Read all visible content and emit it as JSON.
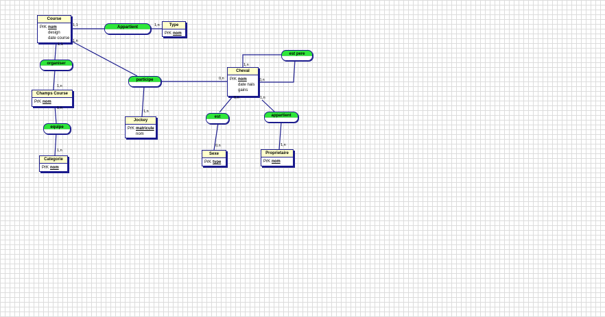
{
  "entities": {
    "course": {
      "title": "Course",
      "pk_label": "PrK",
      "key": "num",
      "attrs": [
        "design",
        "date course"
      ]
    },
    "type": {
      "title": "Type",
      "pk_label": "PrK",
      "key": "nom"
    },
    "champs": {
      "title": "Champs Course",
      "pk_label": "PrK",
      "key": "nom"
    },
    "categorie": {
      "title": "Categorie",
      "pk_label": "PrK",
      "key": "nom"
    },
    "jockey": {
      "title": "Jockey",
      "pk_label": "PrK",
      "key": "matricule",
      "attrs": [
        "nom"
      ]
    },
    "cheval": {
      "title": "Cheval",
      "pk_label": "PrK",
      "key": "nom",
      "attrs": [
        "date nais",
        "gains"
      ]
    },
    "sexe": {
      "title": "Sexe",
      "pk_label": "PrK",
      "key": "type"
    },
    "proprietaire": {
      "title": "Proprietaire",
      "pk_label": "PrK",
      "key": "nom"
    }
  },
  "associations": {
    "appartient_type": "Appartient",
    "organiser": "organiser",
    "equipe": "equipe",
    "participe": "participe",
    "est_pere": "est pere",
    "est": "est",
    "appartient_proprio": "appartient"
  },
  "cardinalities": {
    "course_appartient": "1,1",
    "appartient_type": "1,n",
    "course_participe": "1,n",
    "course_organiser": "1,1",
    "organiser_champs": "1,n",
    "champs_equipe": "1,n",
    "equipe_categorie": "1,n",
    "participe_jockey": "1,n",
    "participe_cheval": "0,n",
    "cheval_pere_top": "1,n",
    "cheval_pere_right": "0,n",
    "cheval_est": "0,n",
    "est_sexe": "0,n",
    "cheval_appartient": "1,n",
    "appartient_proprio": "1,n"
  },
  "colors": {
    "line": "#1a1a8c",
    "entity_header": "#ffffcc",
    "association": "#2ee63a",
    "grid": "#dcdcdc"
  }
}
